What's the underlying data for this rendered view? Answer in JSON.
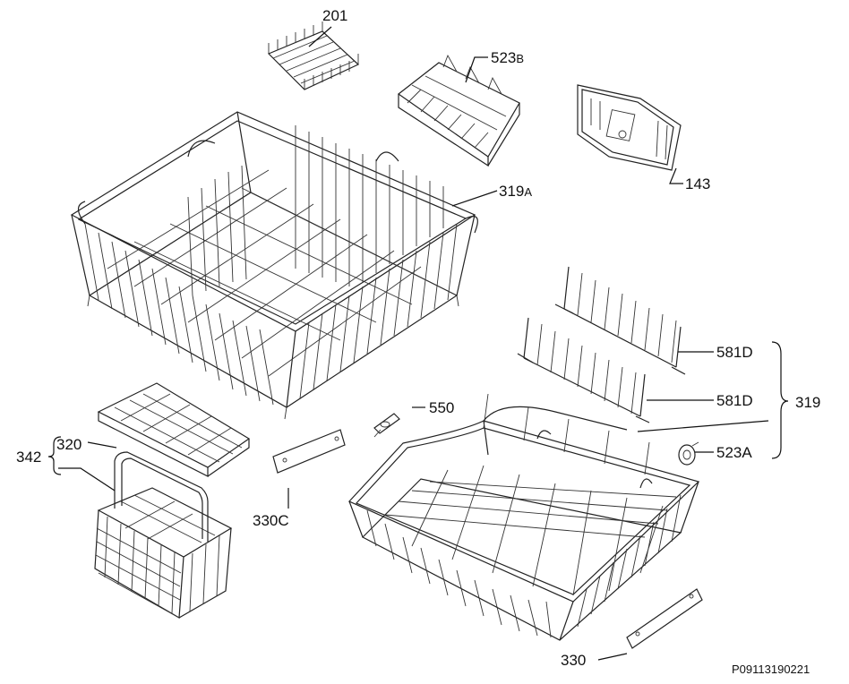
{
  "diagram": {
    "document_code": "P09113190221",
    "callouts": {
      "c201": "201",
      "c523b_num": "523",
      "c523b_suf": "B",
      "c143": "143",
      "c319a_num": "319",
      "c319a_suf": "A",
      "c581d_1": "581D",
      "c581d_2": "581D",
      "c319": "319",
      "c523a": "523A",
      "c550": "550",
      "c320": "320",
      "c342": "342",
      "c330c": "330C",
      "c330": "330"
    }
  }
}
